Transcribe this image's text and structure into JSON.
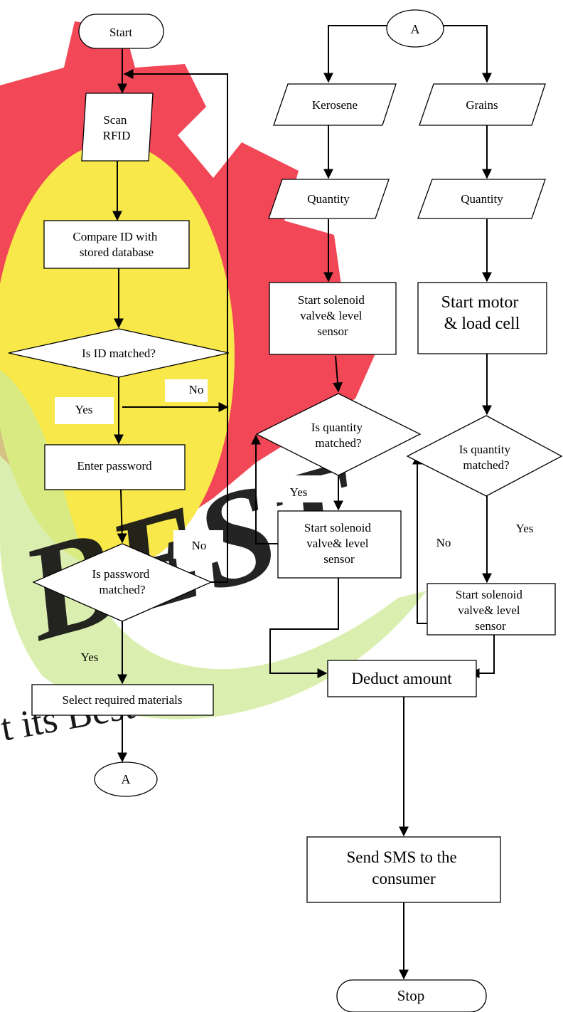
{
  "colors": {
    "background": "#ffffff",
    "stroke": "#000000",
    "watermark_gear": "#ee2233",
    "watermark_yellow": "#f8e636",
    "watermark_green": "#c8e88a",
    "watermark_best": "#f0283c"
  },
  "watermark": {
    "logo_text": "BEST",
    "tagline": "t its Best !!!"
  },
  "nodes": {
    "start": "Start",
    "scan": [
      "Scan",
      "RFID"
    ],
    "compare": [
      "Compare ID with",
      "stored database"
    ],
    "id_matched": "Is ID matched?",
    "enter_password": "Enter password",
    "pw_matched": [
      "Is password",
      "matched?"
    ],
    "select_materials": "Select required materials",
    "connector_a_bottom": "A",
    "connector_a_top": "A",
    "kerosene": "Kerosene",
    "grains": "Grains",
    "quantity_k": "Quantity",
    "quantity_g": "Quantity",
    "start_valve_1": [
      "Start solenoid",
      "valve& level",
      "sensor"
    ],
    "start_motor": [
      "Start motor",
      "& load cell"
    ],
    "qty_matched_k": [
      "Is quantity",
      "matched?"
    ],
    "qty_matched_g": [
      "Is quantity",
      "matched?"
    ],
    "start_valve_2": [
      "Start solenoid",
      "valve& level",
      "sensor"
    ],
    "start_valve_3": [
      "Start solenoid",
      "valve& level",
      "sensor"
    ],
    "deduct": "Deduct amount",
    "send_sms": [
      "Send SMS to the",
      "consumer"
    ],
    "stop": "Stop"
  },
  "edge_labels": {
    "no_id": "No",
    "yes_id": "Yes",
    "no_pw": "No",
    "yes_pw": "Yes",
    "yes_qty_k": "Yes",
    "yes_qty_g": "Yes",
    "no_qty_g": "No"
  }
}
